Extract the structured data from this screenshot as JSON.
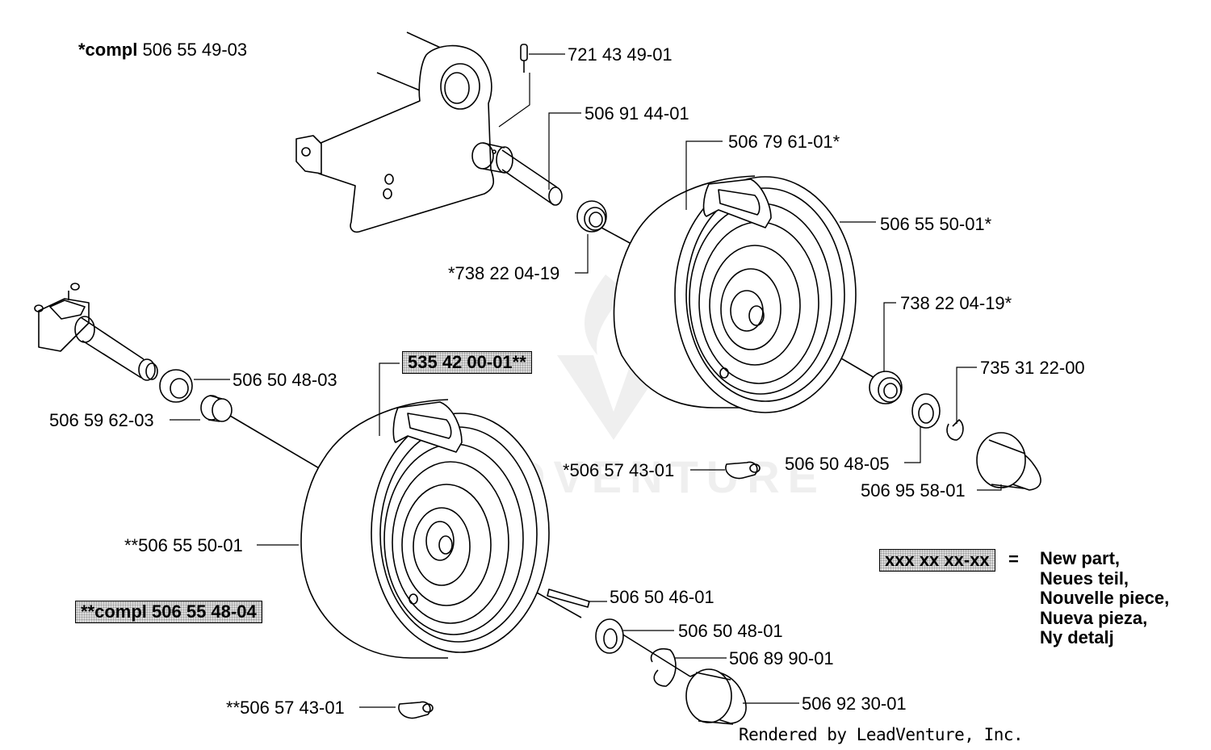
{
  "watermark": {
    "logo_icon": "leadventure-flame-v-icon",
    "text": "LEADVENTURE"
  },
  "header": {
    "compl_prefix": "*compl",
    "compl_number": "506 55 49-03"
  },
  "labels": {
    "p72143": "721 43 49-01",
    "p50691": "506 91 44-01",
    "p50679": "506 79 61-01*",
    "p50655_top": "506 55 50-01*",
    "p73822_left": "*738 22 04-19",
    "p73822_right": "738 22 04-19*",
    "p73531": "735 31 22-00",
    "p53542": "535 42 00-01**",
    "p50650_03": "506 50 48-03",
    "p50659": "506 59 62-03",
    "p50657_mid": "*506 57 43-01",
    "p50650_05": "506 50 48-05",
    "p50695": "506 95 58-01",
    "p50655_low": "**506 55 50-01",
    "compl2": "**compl 506 55 48-04",
    "p50650_46": "506 50 46-01",
    "p50650_01": "506 50 48-01",
    "p50689": "506 89 90-01",
    "p50657_low": "**506 57 43-01",
    "p50692": "506 92 30-01"
  },
  "legend": {
    "sample": "xxx xx xx-xx",
    "equals": "=",
    "lines": [
      "New part,",
      "Neues teil,",
      "Nouvelle piece,",
      "Nueva pieza,",
      "Ny detalj"
    ]
  },
  "footer": {
    "credit": "Rendered by LeadVenture, Inc."
  }
}
